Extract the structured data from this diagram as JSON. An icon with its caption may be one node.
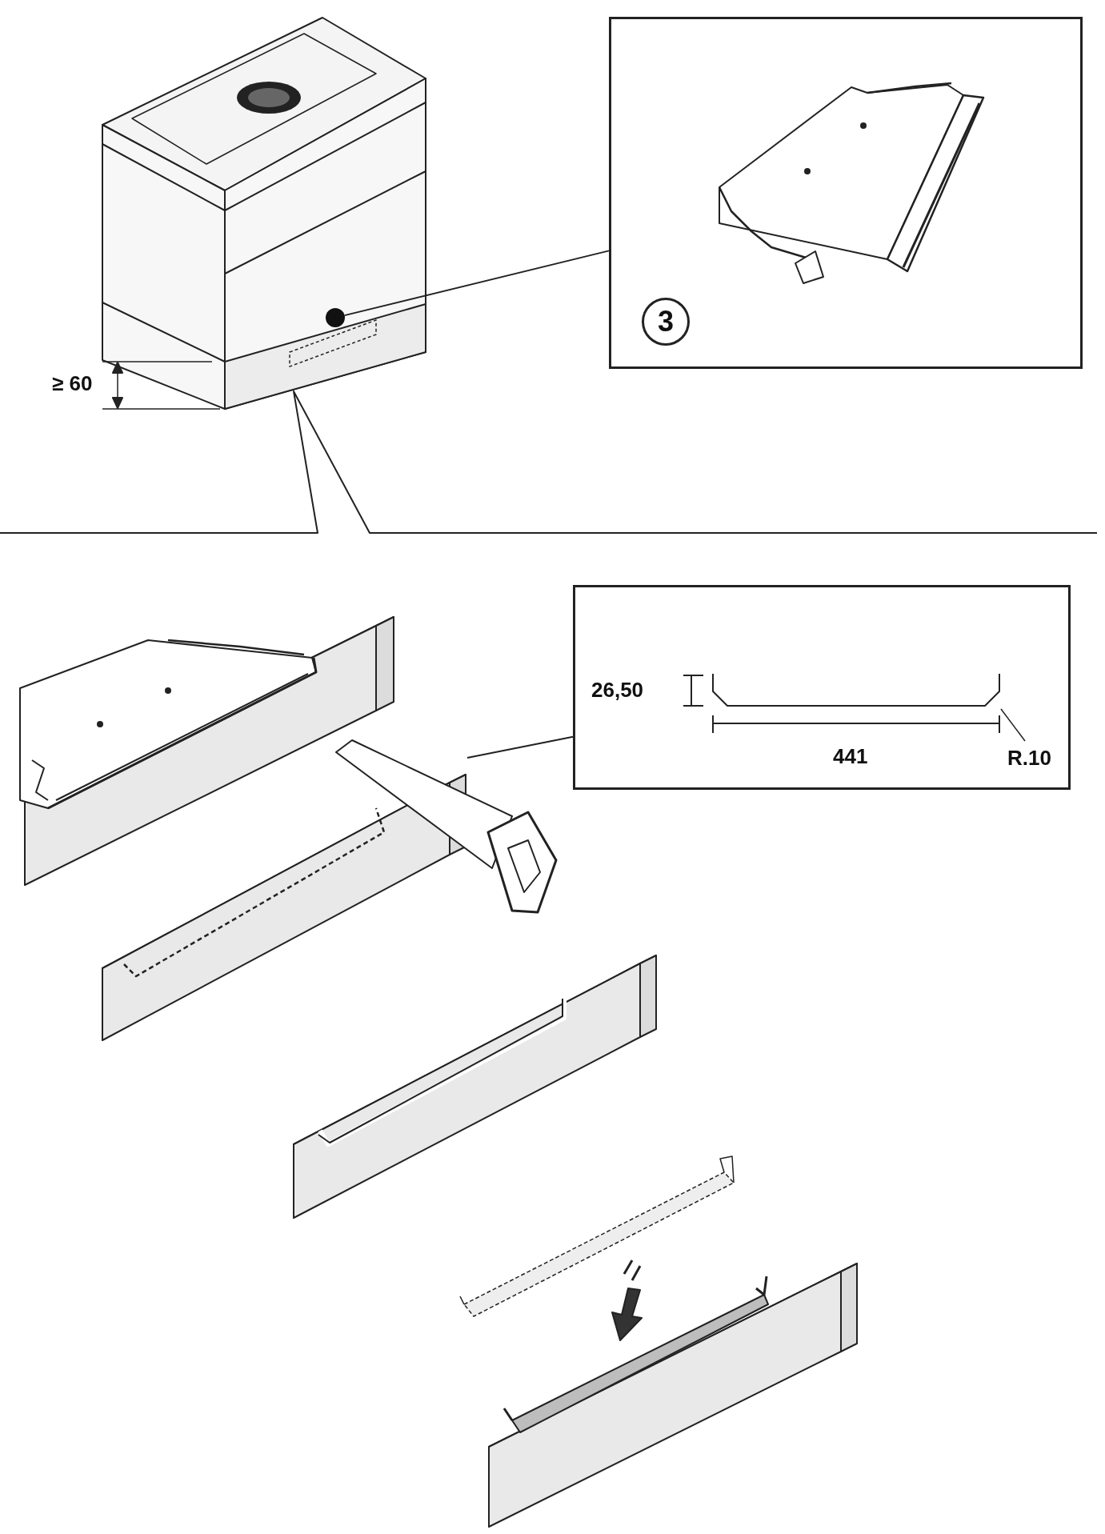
{
  "diagram": {
    "nodes": [
      {
        "text": [
          "3"
        ]
      },
      {
        "text": [],
        "shape": "circle"
      },
      {
        "text": [
          "26,50",
          "441",
          "R.10"
        ]
      }
    ],
    "edges": [
      {
        "from": 1,
        "to": 0,
        "arrow": "none"
      },
      {
        "from": null,
        "to": 2,
        "arrow": "none"
      }
    ],
    "labels": [
      "≥ 60"
    ]
  }
}
